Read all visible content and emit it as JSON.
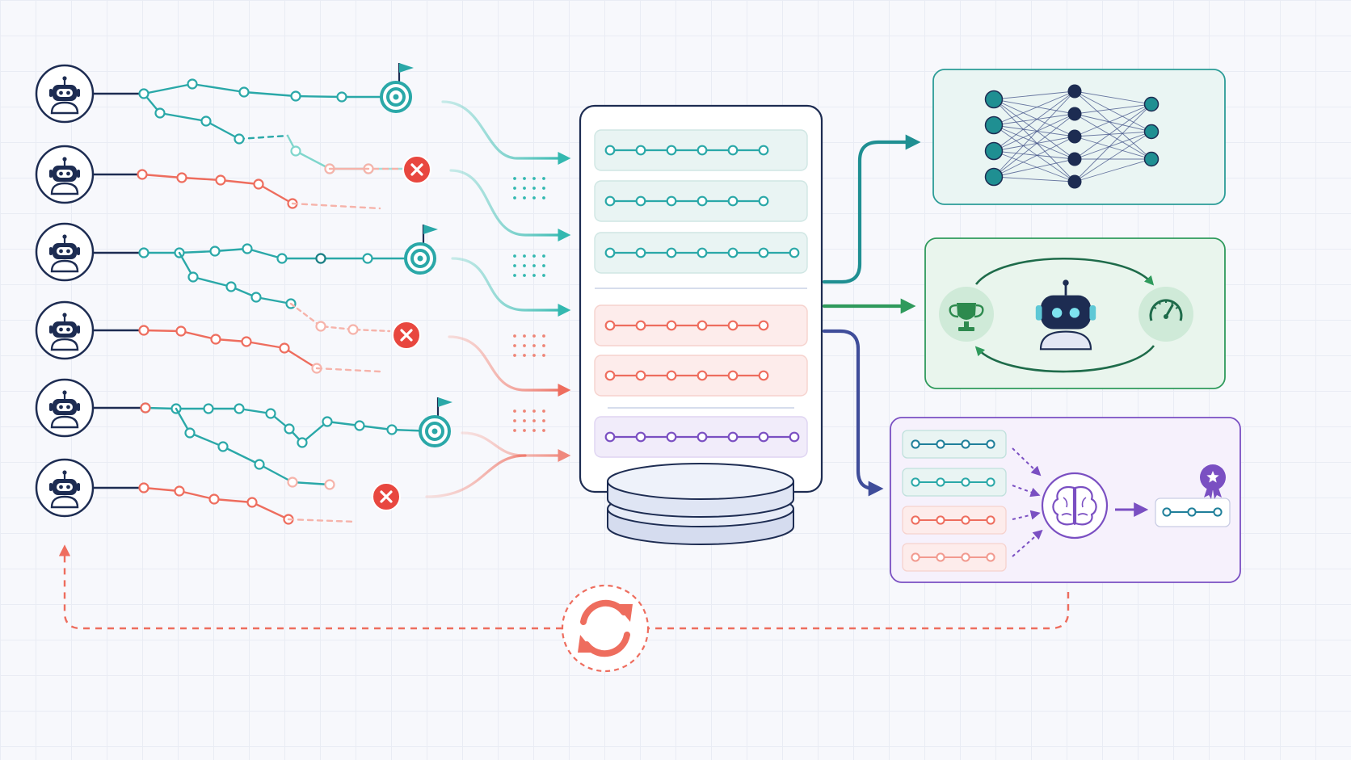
{
  "colors": {
    "teal": "#2aa8a8",
    "teal_light": "#7fd6cc",
    "red": "#ee6d5e",
    "red_light": "#f6b3aa",
    "purple": "#7a4fc2",
    "green": "#2f9a5c",
    "navy": "#1d2c52",
    "deep_teal": "#1f8f92",
    "indigo": "#3f4d9a"
  },
  "agents": [
    {
      "outcome": "success"
    },
    {
      "outcome": "failure"
    },
    {
      "outcome": "success"
    },
    {
      "outcome": "failure"
    },
    {
      "outcome": "success"
    },
    {
      "outcome": "failure"
    }
  ],
  "buffer_rows": [
    "success",
    "success",
    "success",
    "failure",
    "failure",
    "curated"
  ],
  "outputs": {
    "top": {
      "icon": "neural-network-icon"
    },
    "middle": {
      "icons": [
        "trophy-icon",
        "robot-icon",
        "gauge-icon"
      ]
    },
    "bottom": {
      "icons": [
        "brain-icon",
        "star-badge-icon"
      ]
    }
  },
  "feedback_loop": {
    "icon": "refresh-icon"
  }
}
